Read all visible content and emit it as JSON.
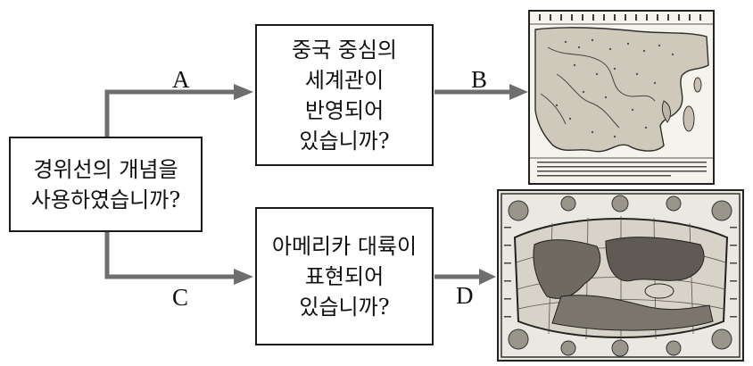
{
  "diagram": {
    "start_box": "경위선의 개념을\n사용하였습니까?",
    "question_top": "중국 중심의\n세계관이\n반영되어\n있습니까?",
    "question_bottom": "아메리카 대륙이\n표현되어\n있습니까?",
    "label_a": "A",
    "label_b": "B",
    "label_c": "C",
    "label_d": "D"
  },
  "colors": {
    "line": "#6e6e6e",
    "border": "#1a1a1a"
  },
  "images": {
    "map_b": "east-asian-traditional-world-map",
    "map_d": "ptolemaic-world-map"
  }
}
